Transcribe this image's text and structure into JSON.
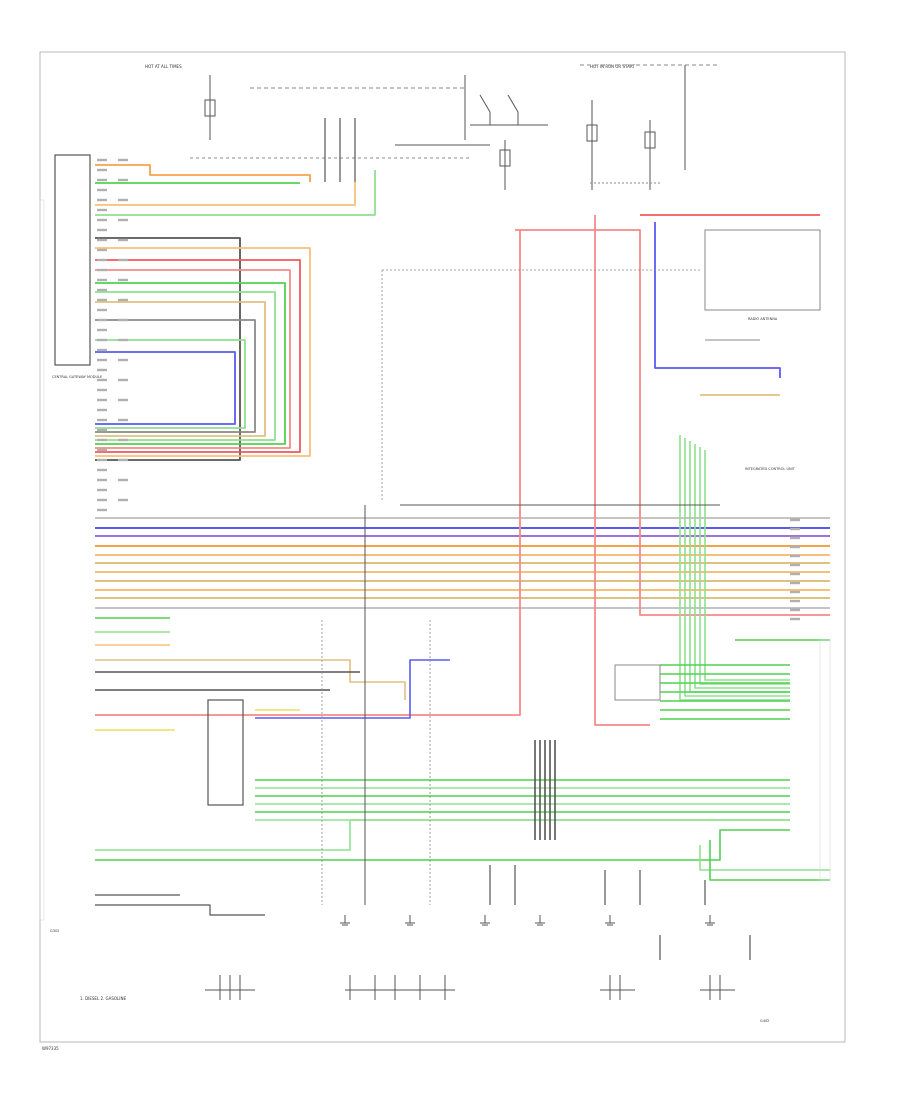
{
  "diagram": {
    "top_labels": [
      "HOT AT ALL TIMES",
      "HOT IN RUN OR START"
    ],
    "module_labels": [
      "CENTRAL GATEWAY MODULE",
      "RADIO ANTENNA",
      "INTEGRATED CONTROL UNIT"
    ],
    "ground_labels": [
      "G302",
      "G402"
    ],
    "footnote": "1. DIESEL   2. GASOLINE",
    "page_number": "W97335"
  },
  "colors": {
    "frame": "#b8b8b8",
    "wire_grey": "#8a8a8a",
    "wire_dark": "#555555",
    "label": "#7a7a7a",
    "red": "#f05a5a",
    "red_light": "#f58a8a",
    "orange": "#f5a24a",
    "orange_light": "#f7c07a",
    "green": "#4fd24f",
    "green_light": "#8fe08f",
    "yellow": "#e8e060",
    "blue": "#5a5af0",
    "violet": "#a070e0",
    "tan": "#e0c080"
  }
}
